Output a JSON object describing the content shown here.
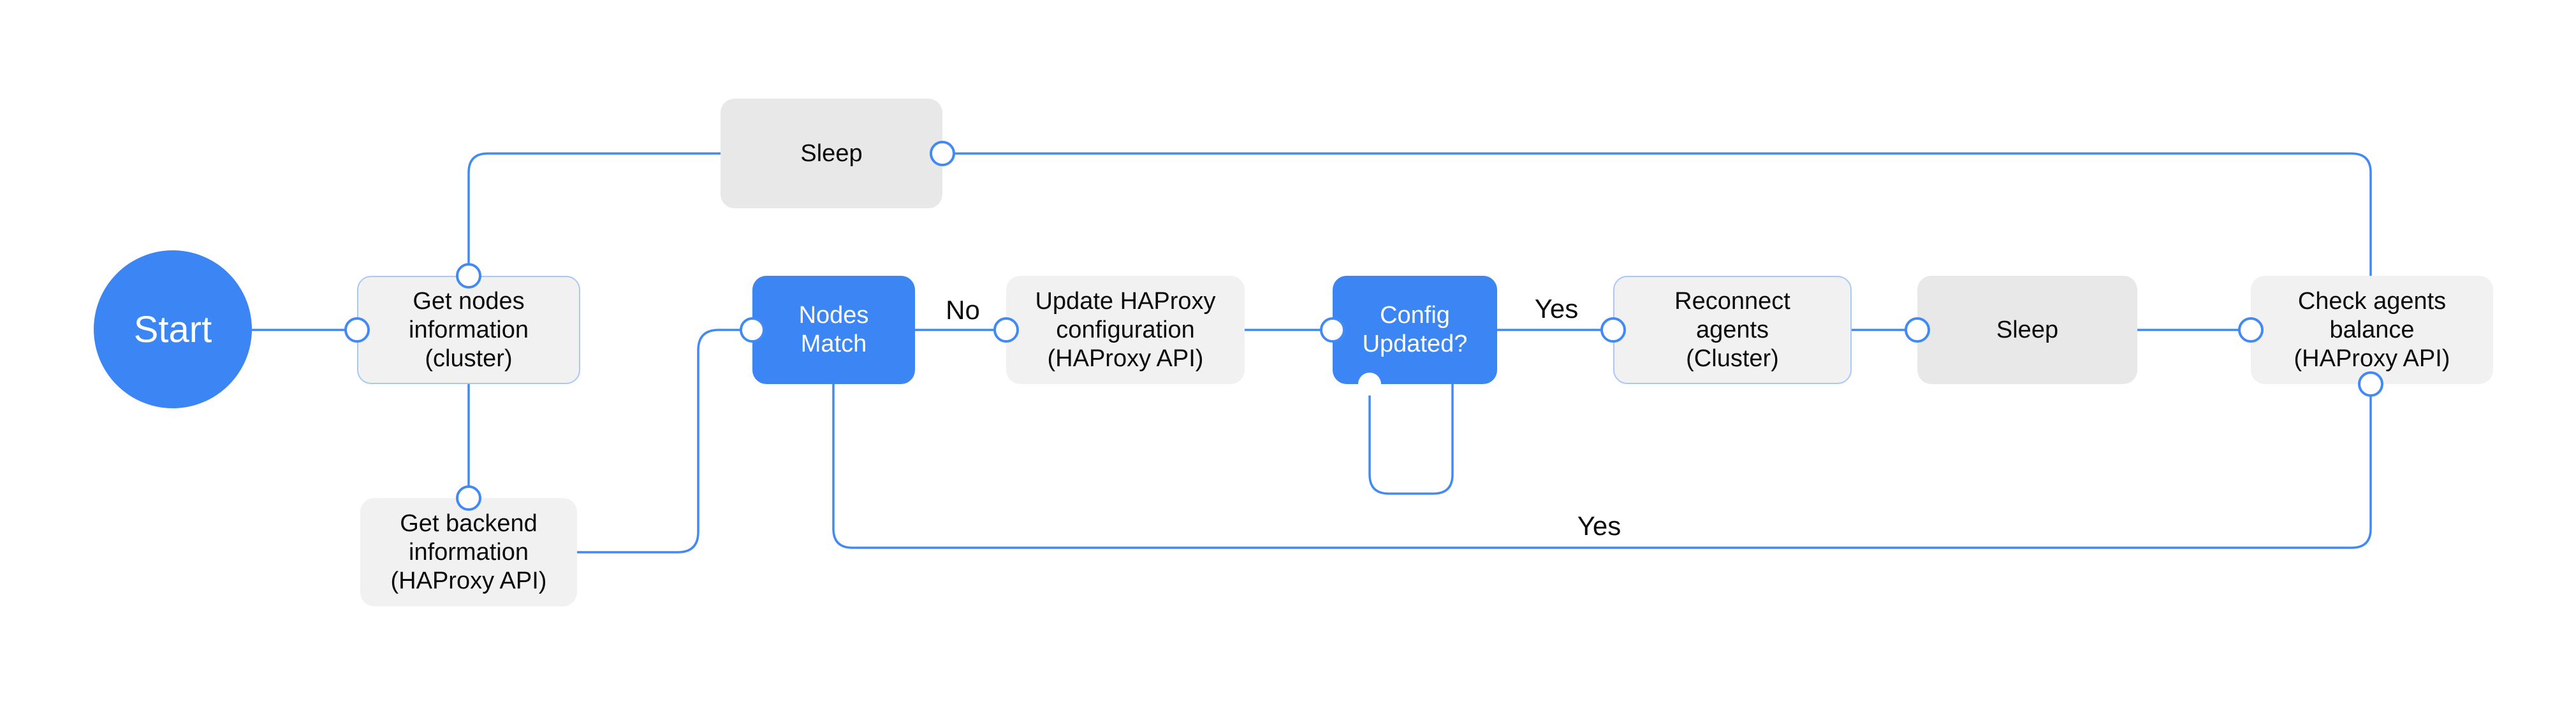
{
  "colors": {
    "node_blue": "#3b86f4",
    "line_blue": "#4189f4",
    "box_gray": "#f1f1f2",
    "sleep_gray": "#e8e8e9",
    "border_light_blue": "#a9c7fb",
    "text_dark": "#0b0b0c",
    "text_light": "#ffffff",
    "canvas_bg": "#ffffff"
  },
  "nodes": {
    "start": {
      "label": "Start"
    },
    "get_nodes": {
      "lines": [
        "Get nodes",
        "information",
        "(cluster)"
      ]
    },
    "sleep_top": {
      "label": "Sleep"
    },
    "get_backend": {
      "lines": [
        "Get backend",
        "information",
        "(HAProxy API)"
      ]
    },
    "nodes_match": {
      "lines": [
        "Nodes",
        "Match"
      ]
    },
    "update_haproxy": {
      "lines": [
        "Update HAProxy",
        "configuration",
        "(HAProxy API)"
      ]
    },
    "config_updated": {
      "lines": [
        "Config",
        "Updated?"
      ]
    },
    "reconnect_agents": {
      "lines": [
        "Reconnect",
        "agents",
        "(Cluster)"
      ]
    },
    "sleep_right": {
      "label": "Sleep"
    },
    "check_agents": {
      "lines": [
        "Check agents",
        "balance",
        "(HAProxy API)"
      ]
    }
  },
  "edge_labels": {
    "nodes_match_no": "No",
    "config_updated_yes": "Yes",
    "nodes_match_yes": "Yes"
  }
}
